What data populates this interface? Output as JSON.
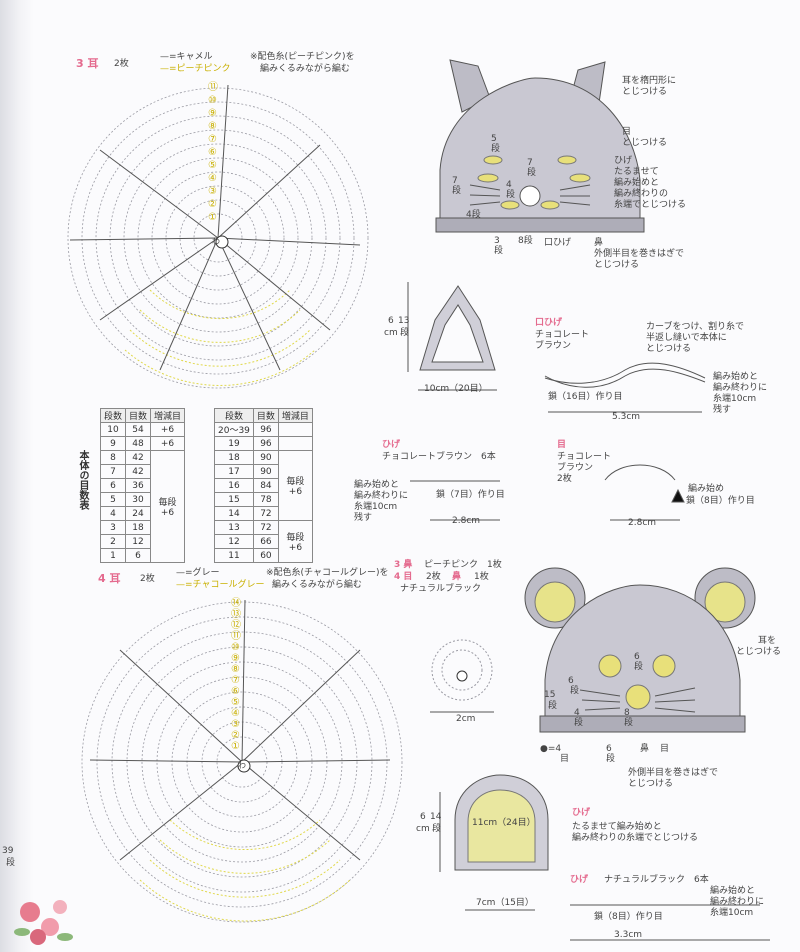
{
  "section3": {
    "ears_title": "3 耳",
    "ears_count": "2枚",
    "legend_line1": "—=キャメル",
    "legend_line2": "—=ピーチピンク",
    "note": "※配色糸(ピーチピンク)を",
    "note2": "編みくるみながら編む",
    "row_markers": [
      "⑪",
      "⑩",
      "⑨",
      "⑧",
      "⑦",
      "⑥",
      "⑤",
      "④",
      "③",
      "②",
      "①"
    ],
    "ring": "わ"
  },
  "cat": {
    "ear_attach": "耳を楕円形に",
    "ear_attach2": "とじつける",
    "eye_attach": "目",
    "eye_attach2": "とじつける",
    "whisker1": "ひげ",
    "whisker2": "たるませて",
    "whisker3": "編み始めと",
    "whisker4": "編み終わりの",
    "whisker5": "糸端でとじつける",
    "r5": "5",
    "r5b": "段",
    "r7": "7",
    "r7b": "段",
    "r4": "4",
    "r4b": "段",
    "r7c": "7",
    "r7d": "段",
    "r4c": "4段",
    "r3": "3",
    "r3b": "段",
    "r8": "8段",
    "mouth": "口ひげ",
    "nose": "鼻",
    "nose2": "外側半目を巻きはぎで",
    "nose3": "とじつける"
  },
  "ear_piece": {
    "height_cm": "6",
    "height_rows": "13",
    "height_unit": "cm",
    "height_unit2": "段",
    "width": "10cm（20目）"
  },
  "mouth_whisker": {
    "title": "口ひげ",
    "color1": "チョコレート",
    "color2": "ブラウン",
    "curve1": "カーブをつけ、割り糸で",
    "curve2": "半返し縫いで本体に",
    "curve3": "とじつける",
    "start1": "編み始めと",
    "start2": "編み終わりに",
    "start3": "糸端10cm",
    "start4": "残す",
    "chain": "鎖（16目）作り目",
    "width": "5.3cm"
  },
  "count_table": {
    "title": "本体の目数表",
    "headers": [
      "段数",
      "目数",
      "増減目"
    ],
    "left_rows": [
      [
        "10",
        "54",
        "+6"
      ],
      [
        "9",
        "48",
        "+6"
      ],
      [
        "8",
        "42",
        ""
      ],
      [
        "7",
        "42",
        ""
      ],
      [
        "6",
        "36",
        ""
      ],
      [
        "5",
        "30",
        ""
      ],
      [
        "4",
        "24",
        ""
      ],
      [
        "3",
        "18",
        ""
      ],
      [
        "2",
        "12",
        ""
      ],
      [
        "1",
        "6",
        ""
      ]
    ],
    "left_merge": "毎段\n+6",
    "right_rows": [
      [
        "20～39",
        "96",
        ""
      ],
      [
        "19",
        "96",
        ""
      ],
      [
        "18",
        "90",
        ""
      ],
      [
        "17",
        "90",
        ""
      ],
      [
        "16",
        "84",
        ""
      ],
      [
        "15",
        "78",
        ""
      ],
      [
        "14",
        "72",
        ""
      ],
      [
        "13",
        "72",
        ""
      ],
      [
        "12",
        "66",
        ""
      ],
      [
        "11",
        "60",
        ""
      ]
    ],
    "right_merge1": "毎段\n+6",
    "right_merge2": "毎段\n+6"
  },
  "whisker": {
    "title": "ひげ",
    "color": "チョコレートブラウン　6本",
    "start1": "編み始めと",
    "start2": "編み終わりに",
    "start3": "糸端10cm",
    "start4": "残す",
    "chain": "鎖（7目）作り目",
    "width": "2.8cm"
  },
  "eye": {
    "title": "目",
    "color1": "チョコレート",
    "color2": "ブラウン",
    "count": "2枚",
    "start": "編み始め",
    "chain": "鎖（8目）作り目",
    "width": "2.8cm"
  },
  "section4": {
    "nose_title": "3 鼻",
    "nose_color": "ピーチピンク　1枚",
    "eye_title": "4 目",
    "eye_count": "2枚",
    "nose2_title": "鼻",
    "nose2_count": "1枚",
    "nose2_color": "ナチュラルブラック",
    "ears_title": "4 耳",
    "ears_count": "2枚",
    "legend_line1": "—=グレー",
    "legend_line2": "—=チャコールグレー",
    "note": "※配色糸(チャコールグレー)を",
    "note2": "編みくるみながら編む",
    "row_markers": [
      "⑭",
      "⑬",
      "⑫",
      "⑪",
      "⑩",
      "⑨",
      "⑧",
      "⑦",
      "⑥",
      "⑤",
      "④",
      "③",
      "②",
      "①"
    ],
    "ring": "わ",
    "small_width": "2cm"
  },
  "mouse": {
    "ear_attach": "耳を",
    "ear_attach2": "とじつける",
    "r6": "6",
    "r6b": "段",
    "r6c": "6",
    "r6d": "段",
    "r15": "15",
    "r15b": "段",
    "r4": "4",
    "r4b": "段",
    "r8": "8",
    "r8b": "段",
    "dot": "●=4",
    "dot2": "目",
    "r6e": "6",
    "r6f": "段",
    "nose": "鼻",
    "eye": "目",
    "nose2": "外側半目を巻きはぎで",
    "nose3": "とじつける"
  },
  "mouse_ear": {
    "height_cm": "6",
    "height_rows": "14",
    "height_unit": "cm",
    "height_unit2": "段",
    "inner": "11cm（24目）",
    "width": "7cm（15目）"
  },
  "mouse_whisker": {
    "title": "ひげ",
    "desc1": "たるませて編み始めと",
    "desc2": "編み終わりの糸端でとじつける",
    "title2": "ひげ",
    "color": "ナチュラルブラック　6本",
    "start1": "編み始めと",
    "start2": "編み終わりに",
    "start3": "糸端10cm",
    "chain": "鎖（8目）作り目",
    "width": "3.3cm"
  },
  "page_edge": {
    "rows": "39",
    "unit": "段"
  }
}
